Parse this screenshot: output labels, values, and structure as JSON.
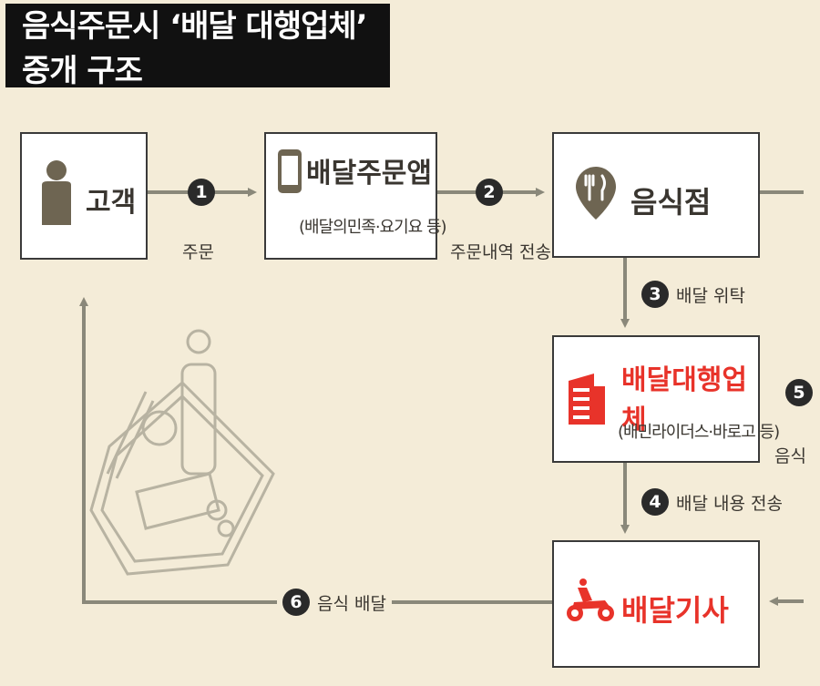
{
  "title": "음식주문시 ‘배달 대행업체’ 중개 구조",
  "nodes": {
    "customer": {
      "label": "고객",
      "icon": "person-icon"
    },
    "app": {
      "label": "배달주문앱",
      "sub": "(배달의민족·요기요 등)",
      "icon": "smartphone-icon"
    },
    "restaurant": {
      "label": "음식점",
      "icon": "fork-knife-pin-icon"
    },
    "agency": {
      "label": "배달대행업체",
      "sub": "(배민라이더스·바로고 등)",
      "icon": "building-icon"
    },
    "rider": {
      "label": "배달기사",
      "icon": "motorcycle-icon"
    }
  },
  "steps": {
    "s1": {
      "num": "1",
      "caption": "주문"
    },
    "s2": {
      "num": "2",
      "caption": "주문내역 전송"
    },
    "s3": {
      "num": "3",
      "caption": "배달 위탁"
    },
    "s4": {
      "num": "4",
      "caption": "배달 내용 전송"
    },
    "s5": {
      "num": "5",
      "caption": "음식"
    },
    "s6": {
      "num": "6",
      "caption": "음식 배달"
    }
  },
  "colors": {
    "accent": "#e8332a",
    "line": "#8a887a",
    "icon": "#6e6552",
    "background": "#f4ecd8"
  }
}
